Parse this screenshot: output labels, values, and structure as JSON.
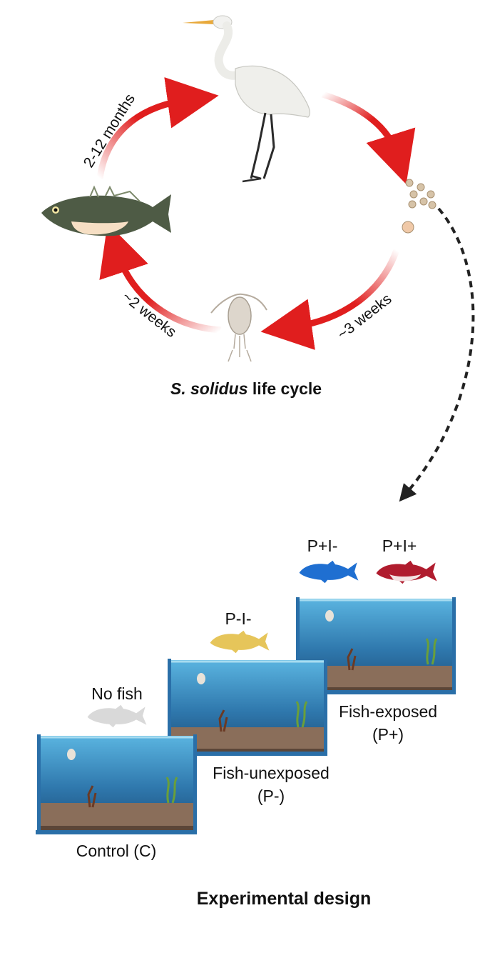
{
  "life_cycle": {
    "title_species": "S. solidus",
    "title_rest": " life cycle",
    "stages": {
      "fish_to_bird": "2-12 months",
      "copepod_to_fish": "~2 weeks",
      "eggs_to_copepod": "~3 weeks"
    }
  },
  "experiment": {
    "title": "Experimental design",
    "groups": [
      {
        "fish_label": "No fish",
        "tank_label_line1": "Control (C)",
        "tank_label_line2": ""
      },
      {
        "fish_label": "P-I-",
        "tank_label_line1": "Fish-unexposed",
        "tank_label_line2": "(P-)"
      },
      {
        "fish_label": "P+I-",
        "tank_label_line1": "Fish-exposed",
        "tank_label_line2": "(P+)"
      }
    ],
    "extra_fish_label": "P+I+"
  },
  "colors": {
    "arrow_red": "#e01e1e",
    "fish_none": "#d9d9d9",
    "fish_unexposed": "#e6c55a",
    "fish_uninfected": "#1f6fd1",
    "fish_infected": "#b01c2e",
    "tank_frame": "#2a6fa8",
    "water_top": "#5ab4e0",
    "water_bottom": "#1d4e7a"
  },
  "icons": [
    "egret-icon",
    "stickleback-icon",
    "copepod-icon",
    "parasite-egg-icon",
    "fish-silhouette-icon",
    "aquarium-tank-icon"
  ]
}
